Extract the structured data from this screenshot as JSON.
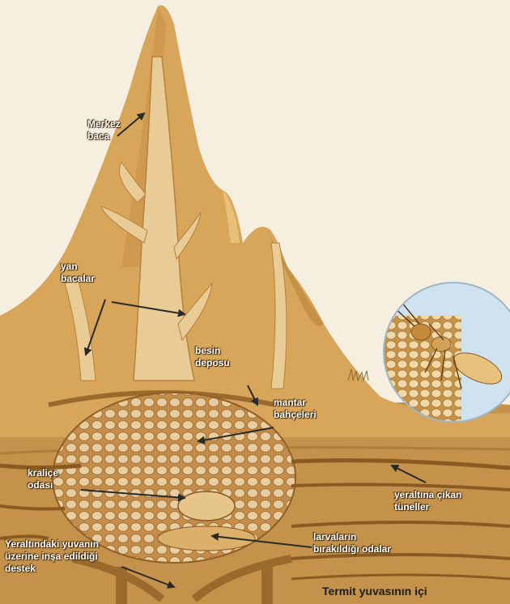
{
  "title": "Termit yuvasının içi",
  "labels": {
    "merkez_baca": [
      "Merkez",
      "baca"
    ],
    "yan_bacalar": [
      "yan",
      "bacalar"
    ],
    "besin_deposu": [
      "besin",
      "deposu"
    ],
    "mantar_bahceleri": [
      "mantar",
      "bahçeleri"
    ],
    "kralice_odasi": [
      "kraliçe",
      "odası"
    ],
    "yeraltina_cikan_tuneller": [
      "yeraltına çıkan",
      "tüneller"
    ],
    "larvalarin_biraktigi_odalar": [
      "larvaların",
      "bırakıldığı odalar"
    ],
    "yeralti_destek": [
      "Yeraltındaki yuvanın",
      "üzerine inşa edildiği",
      "destek"
    ]
  },
  "colors": {
    "mound": "#d8a65a",
    "mound_shadow": "#b9843d",
    "chimney": "#e9cc95",
    "soil": "#c4924a",
    "soil_dark": "#9a6a2c",
    "comb": "#f0e2c4",
    "lens": "#cfe2ef",
    "arrow": "#2a2a2a"
  }
}
